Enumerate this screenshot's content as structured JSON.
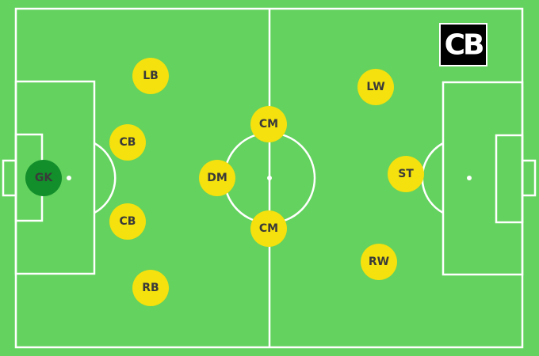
{
  "colors": {
    "pitch": "#63d25e",
    "lines": "#ffffff",
    "outfield_player": "#f4e10d",
    "goalkeeper": "#128e2b",
    "label_text": "#3a3a3a",
    "logo_background": "#000000"
  },
  "logo": {
    "text": "CB"
  },
  "players": [
    {
      "id": "gk",
      "label": "GK",
      "role": "goalkeeper"
    },
    {
      "id": "lb",
      "label": "LB",
      "role": "outfield"
    },
    {
      "id": "cb1",
      "label": "CB",
      "role": "outfield"
    },
    {
      "id": "cb2",
      "label": "CB",
      "role": "outfield"
    },
    {
      "id": "rb",
      "label": "RB",
      "role": "outfield"
    },
    {
      "id": "dm",
      "label": "DM",
      "role": "outfield"
    },
    {
      "id": "cm1",
      "label": "CM",
      "role": "outfield"
    },
    {
      "id": "cm2",
      "label": "CM",
      "role": "outfield"
    },
    {
      "id": "lw",
      "label": "LW",
      "role": "outfield"
    },
    {
      "id": "st",
      "label": "ST",
      "role": "outfield"
    },
    {
      "id": "rw",
      "label": "RW",
      "role": "outfield"
    }
  ]
}
